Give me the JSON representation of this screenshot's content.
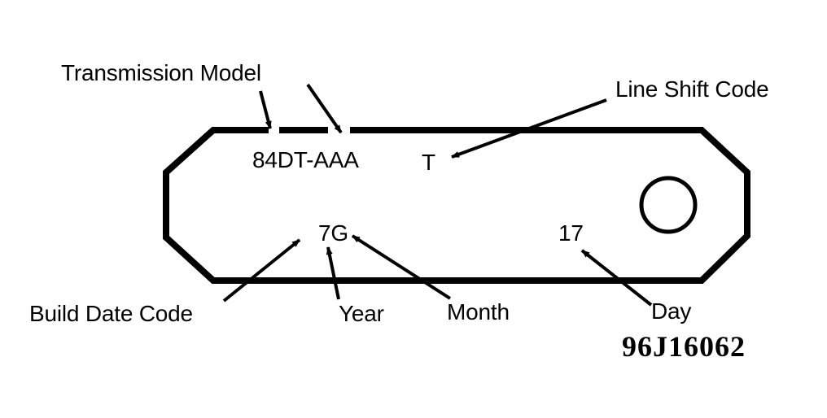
{
  "callouts": {
    "transmission_model": "Transmission Model",
    "line_shift_code": "Line Shift Code",
    "build_date_code": "Build Date Code",
    "year": "Year",
    "month": "Month",
    "day": "Day"
  },
  "tag": {
    "model_number": "84DT-AAA",
    "shift_code": "T",
    "build_code": "7G",
    "day_value": "17"
  },
  "figure_ref": "96J16062"
}
